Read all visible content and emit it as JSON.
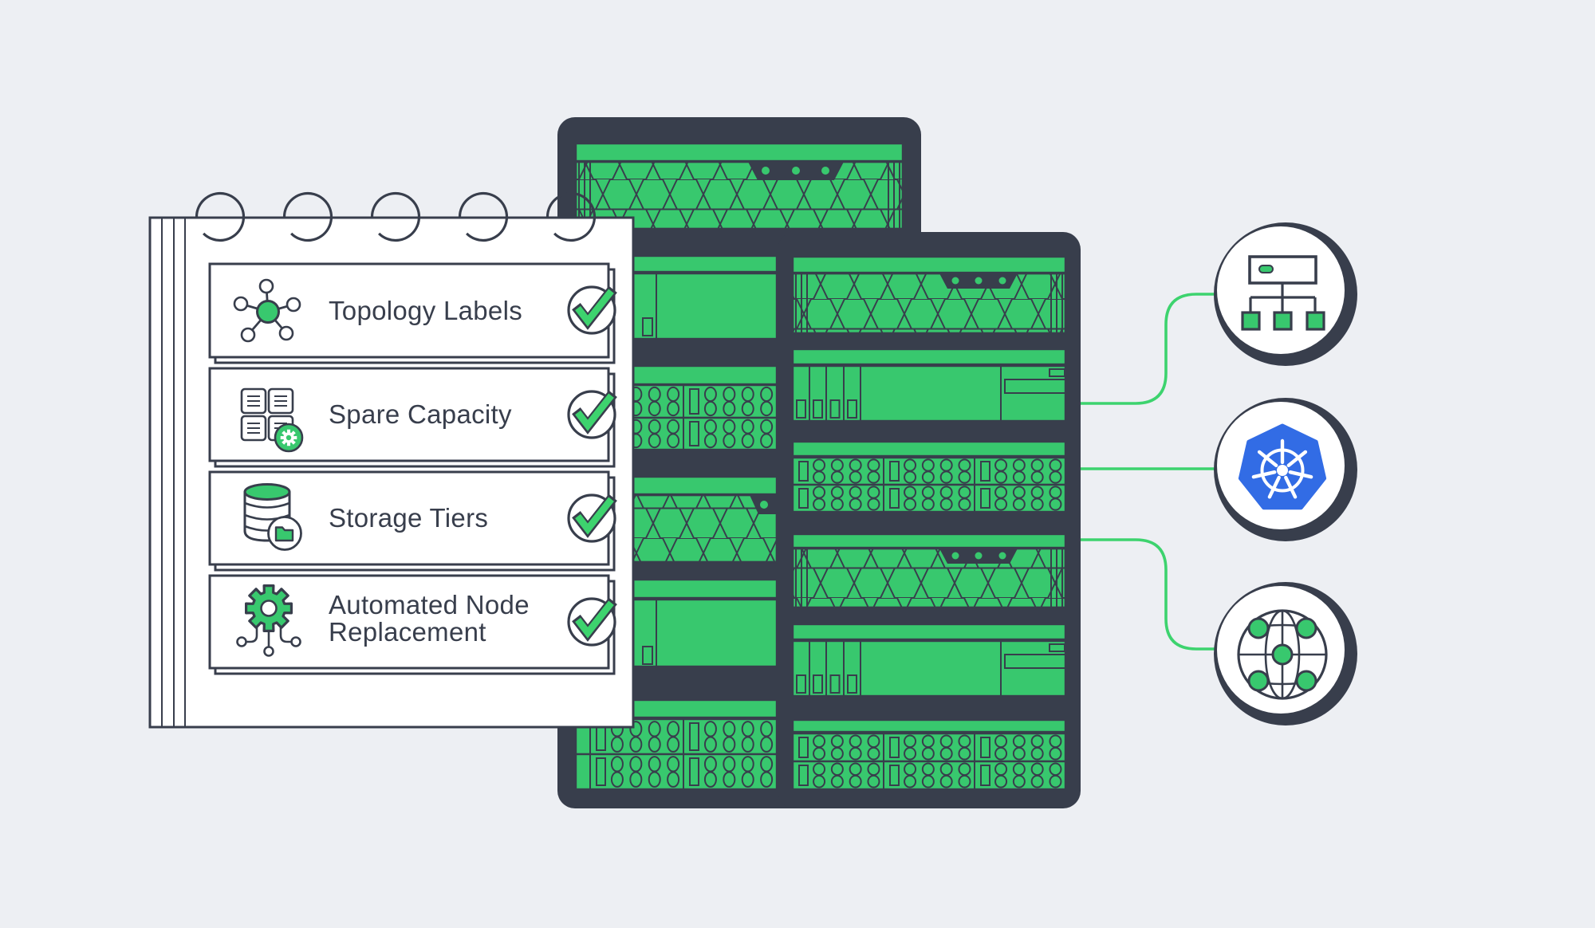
{
  "checklist": {
    "items": [
      {
        "id": "topology-labels",
        "label": "Topology Labels",
        "icon": "topology-labels-icon",
        "checked": true
      },
      {
        "id": "spare-capacity",
        "label": "Spare Capacity",
        "icon": "spare-capacity-icon",
        "checked": true
      },
      {
        "id": "storage-tiers",
        "label": "Storage Tiers",
        "icon": "storage-tiers-icon",
        "checked": true
      },
      {
        "id": "automated-node-replacement",
        "label_line1": "Automated Node",
        "label_line2": "Replacement",
        "icon": "automated-node-replacement-icon",
        "checked": true
      }
    ]
  },
  "racks": {
    "back": {
      "servers": [
        "hex-panel",
        "plain-node",
        "drive-array",
        "hex-panel",
        "plain-node",
        "drive-array"
      ]
    },
    "front": {
      "servers": [
        "hex-panel",
        "compute-node",
        "drive-array",
        "hex-panel",
        "compute-node",
        "drive-array"
      ]
    }
  },
  "endpoints": [
    {
      "id": "topology",
      "icon": "server-tree-icon"
    },
    {
      "id": "kubernetes",
      "icon": "kubernetes-icon"
    },
    {
      "id": "network",
      "icon": "globe-network-icon"
    }
  ],
  "colors": {
    "background": "#EDEFF3",
    "dark": "#383E4C",
    "green": "#38C86E",
    "green_bright": "#3DD36E",
    "kubernetes_blue": "#326CE5",
    "white": "#FFFFFF"
  }
}
